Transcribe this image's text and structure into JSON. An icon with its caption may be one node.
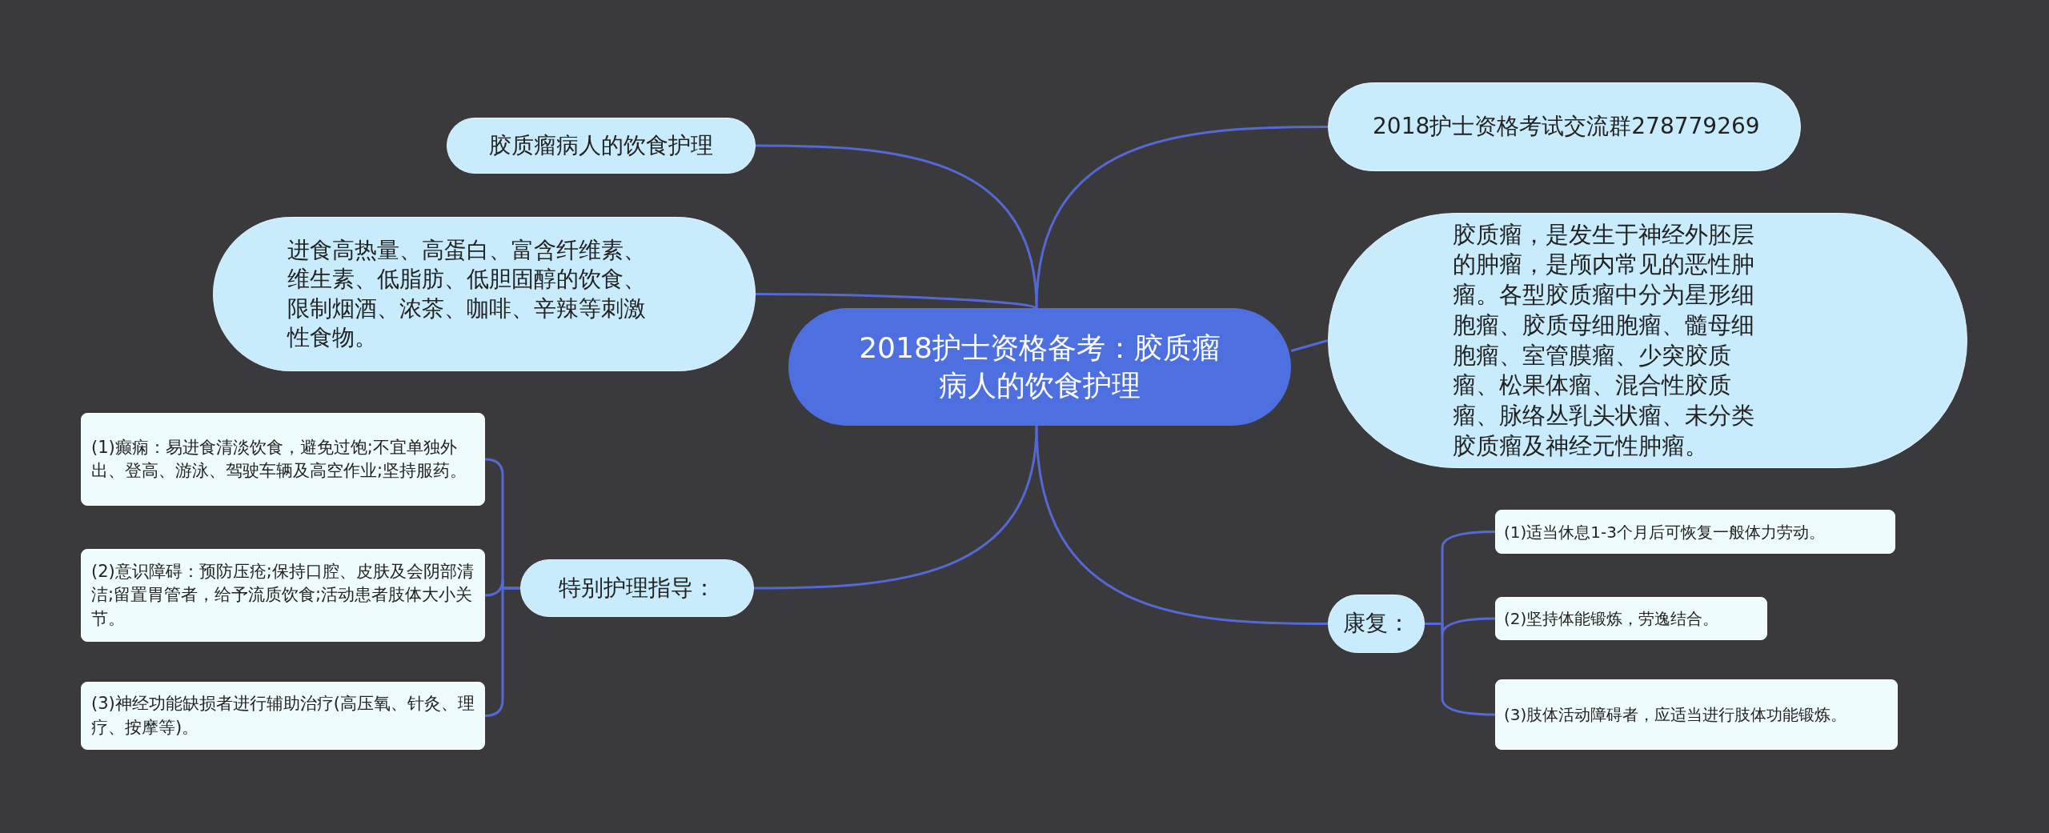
{
  "diagram": {
    "nodes": [
      {
        "text": [
          "2018护士资格备考：胶质瘤病人的饮食护理"
        ]
      },
      {
        "text": [
          "胶质瘤病人的饮食护理"
        ]
      },
      {
        "text": [
          "进食高热量、高蛋白、富含纤维素、维生素、低脂肪、低胆固醇的饮食、限制烟酒、浓茶、咖啡、辛辣等刺激性食物。"
        ]
      },
      {
        "text": [
          "特别护理指导："
        ]
      },
      {
        "text": [
          "(1)癫痫：易进食清淡饮食，避免过饱;不宜单独外出、登高、游泳、驾驶车辆及高空作业;坚持服药。"
        ]
      },
      {
        "text": [
          "(2)意识障碍：预防压疮;保持口腔、皮肤及会阴部清洁;留置胃管者，给予流质饮食;活动患者肢体大小关节。"
        ]
      },
      {
        "text": [
          "(3)神经功能缺损者进行辅助治疗(高压氧、针灸、理疗、按摩等)。"
        ]
      },
      {
        "text": [
          "2018护士资格考试交流群278779269"
        ]
      },
      {
        "text": [
          "胶质瘤，是发生于神经外胚层的肿瘤，是颅内常见的恶性肿瘤。各型胶质瘤中分为星形细胞瘤、胶质母细胞瘤、髓母细胞瘤、室管膜瘤、少突胶质瘤、松果体瘤、混合性胶质瘤、脉络丛乳头状瘤、未分类胶质瘤及神经元性肿瘤。"
        ]
      },
      {
        "text": [
          "康复："
        ]
      },
      {
        "text": [
          "(1)适当休息1-3个月后可恢复一般体力劳动。"
        ]
      },
      {
        "text": [
          "(2)坚持体能锻炼，劳逸结合。"
        ]
      },
      {
        "text": [
          "(3)肢体活动障碍者，应适当进行肢体功能锻炼。"
        ]
      }
    ],
    "edges": [
      {
        "from": 0,
        "to": 1,
        "arrow": "none"
      },
      {
        "from": 0,
        "to": 2,
        "arrow": "none"
      },
      {
        "from": 0,
        "to": 3,
        "arrow": "none"
      },
      {
        "from": 3,
        "to": 4,
        "arrow": "none"
      },
      {
        "from": 3,
        "to": 5,
        "arrow": "none"
      },
      {
        "from": 3,
        "to": 6,
        "arrow": "none"
      },
      {
        "from": 0,
        "to": 7,
        "arrow": "none"
      },
      {
        "from": 0,
        "to": 8,
        "arrow": "none"
      },
      {
        "from": 0,
        "to": 9,
        "arrow": "none"
      },
      {
        "from": 9,
        "to": 10,
        "arrow": "none"
      },
      {
        "from": 9,
        "to": 11,
        "arrow": "none"
      },
      {
        "from": 9,
        "to": 12,
        "arrow": "none"
      }
    ]
  }
}
